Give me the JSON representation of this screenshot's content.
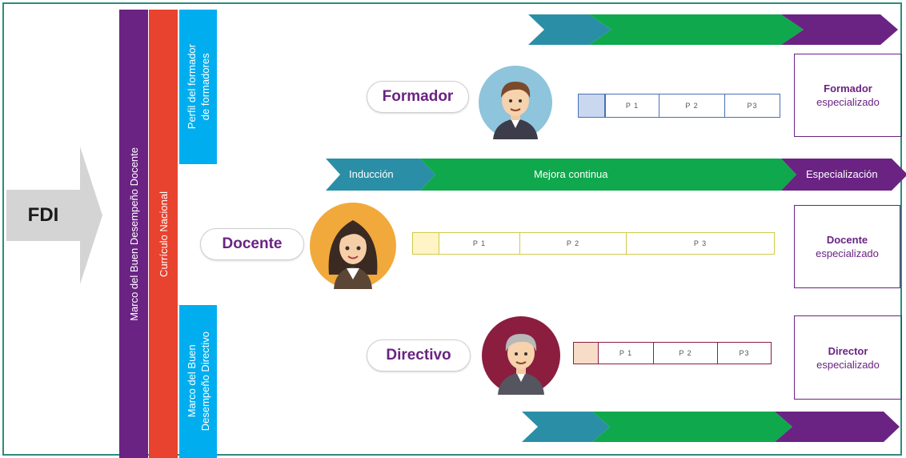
{
  "fdi_label": "FDI",
  "bars": {
    "marco_docente": "Marco del Buen Desempeño Docente",
    "curriculo": "Currículo Nacional",
    "perfil_formador": "Perfil del formador\nde formadores",
    "marco_directivo": "Marco del Buen\nDesempeño Directivo"
  },
  "roles": {
    "formador": "Formador",
    "docente": "Docente",
    "directivo": "Directivo"
  },
  "stages": {
    "induccion": "Inducción",
    "mejora": "Mejora continua",
    "especializacion": "Especialización"
  },
  "periods": {
    "formador": [
      "P 1",
      "P 2",
      "P3"
    ],
    "docente": [
      "P 1",
      "P 2",
      "P 3"
    ],
    "directivo": [
      "P 1",
      "P 2",
      "P3"
    ]
  },
  "outcomes": {
    "formador": {
      "title": "Formador",
      "sub": "especializado"
    },
    "docente": {
      "title": "Docente",
      "sub": "especializado"
    },
    "director": {
      "title": "Director",
      "sub": "especializado"
    }
  },
  "colors": {
    "teal": "#2a8fa6",
    "green": "#10a84c",
    "purple": "#6a2383",
    "red": "#e8432f",
    "cyan": "#00aeef",
    "gray": "#d0d0d0"
  },
  "icons": {
    "formador_avatar": "man-avatar-icon",
    "docente_avatar": "woman-avatar-icon",
    "directivo_avatar": "elder-avatar-icon"
  }
}
